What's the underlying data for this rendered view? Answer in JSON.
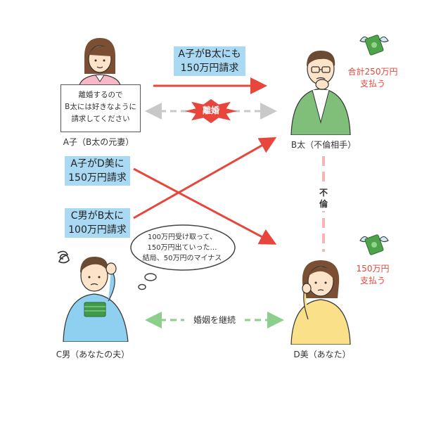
{
  "people": {
    "a": {
      "caption": "A子（B太の元妻）",
      "sign_lines": [
        "離婚するので",
        "B太には好きなように",
        "請求してください"
      ]
    },
    "b": {
      "caption": "B太（不倫相手）",
      "pay_lines": [
        "合計250万円",
        "支払う"
      ]
    },
    "c": {
      "caption": "C男（あなたの夫）",
      "thought_lines": [
        "100万円受け取って、",
        "150万円出ていった…",
        "結局、50万円のマイナス"
      ]
    },
    "d": {
      "caption": "D美（あなた）",
      "pay_lines": [
        "150万円",
        "支払う"
      ]
    }
  },
  "arrows": {
    "a_to_b": [
      "A子がB太にも",
      "150万円請求"
    ],
    "a_to_d": [
      "A子がD美に",
      "150万円請求"
    ],
    "c_to_b": [
      "C男がB太に",
      "100万円請求"
    ]
  },
  "relations": {
    "divorce": "離婚",
    "affair": [
      "不",
      "倫"
    ],
    "marriage": "婚姻を継続"
  },
  "colors": {
    "accent_red": "#e8463c",
    "label_blue": "#a9d9f3",
    "affair_pink": "#f4b6b6",
    "marriage_green": "#8ccf8c",
    "divorce_gray": "#c9c9c9"
  },
  "icons": [
    "money-with-wings-icon",
    "explosion-icon",
    "thought-bubble-icon",
    "scribble-icon"
  ]
}
